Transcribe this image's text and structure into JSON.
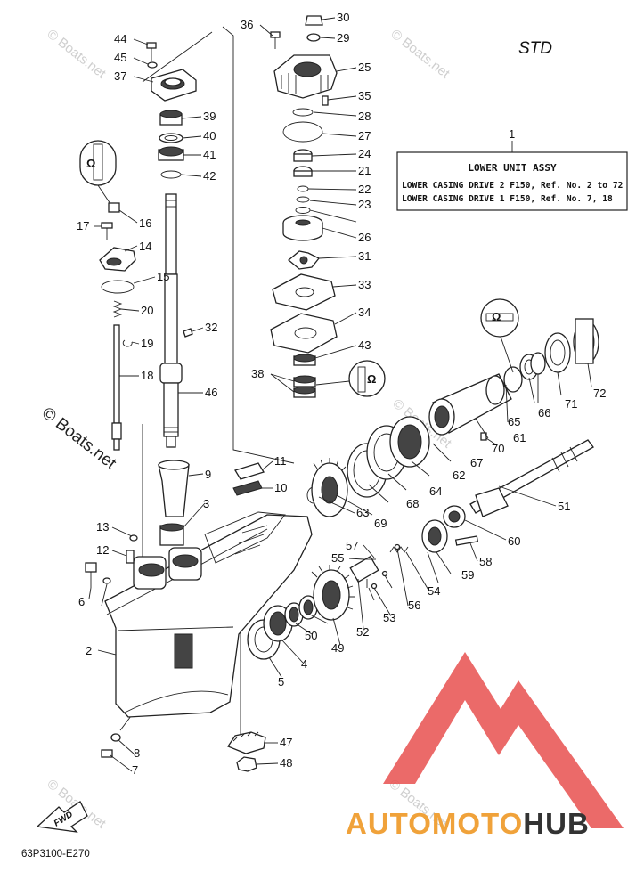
{
  "diagram": {
    "variant": "STD",
    "assembly_label": {
      "ref": "1",
      "title": "LOWER UNIT ASSY",
      "lines": [
        "LOWER CASING DRIVE 2 F150, Ref. No. 2 to 72",
        "LOWER CASING DRIVE 1 F150, Ref. No. 7, 18"
      ]
    },
    "drawing_code": "63P3100-E270",
    "fwd_label": "FWD",
    "watermark": "© Boats.net",
    "brand": {
      "part1": "AUTOMOTO",
      "part2": "HUB",
      "color1": "#f0a23a",
      "color2": "#333333",
      "mark_color": "#e8504f"
    },
    "callouts": [
      "2",
      "3",
      "4",
      "5",
      "6",
      "7",
      "8",
      "9",
      "10",
      "11",
      "12",
      "13",
      "14",
      "15",
      "16",
      "17",
      "18",
      "19",
      "20",
      "21",
      "22",
      "23",
      "24",
      "25",
      "26",
      "27",
      "28",
      "29",
      "30",
      "31",
      "32",
      "33",
      "34",
      "35",
      "36",
      "37",
      "38",
      "39",
      "40",
      "41",
      "42",
      "43",
      "44",
      "45",
      "46",
      "47",
      "48",
      "49",
      "50",
      "51",
      "52",
      "53",
      "54",
      "55",
      "56",
      "57",
      "58",
      "59",
      "60",
      "61",
      "62",
      "63",
      "64",
      "65",
      "66",
      "67",
      "68",
      "69",
      "70",
      "71",
      "72"
    ]
  }
}
